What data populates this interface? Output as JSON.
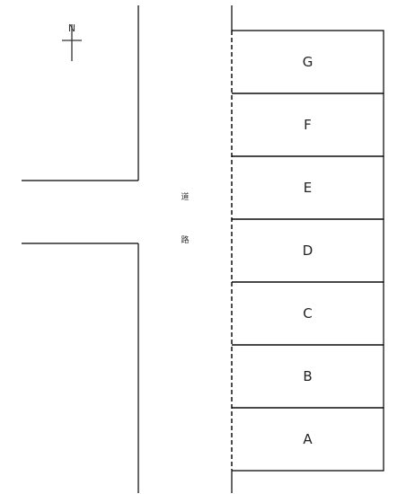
{
  "map": {
    "north_glyph": "N",
    "road_label": [
      "道",
      "路"
    ],
    "stalls": [
      "G",
      "F",
      "E",
      "D",
      "C",
      "B",
      "A"
    ]
  }
}
